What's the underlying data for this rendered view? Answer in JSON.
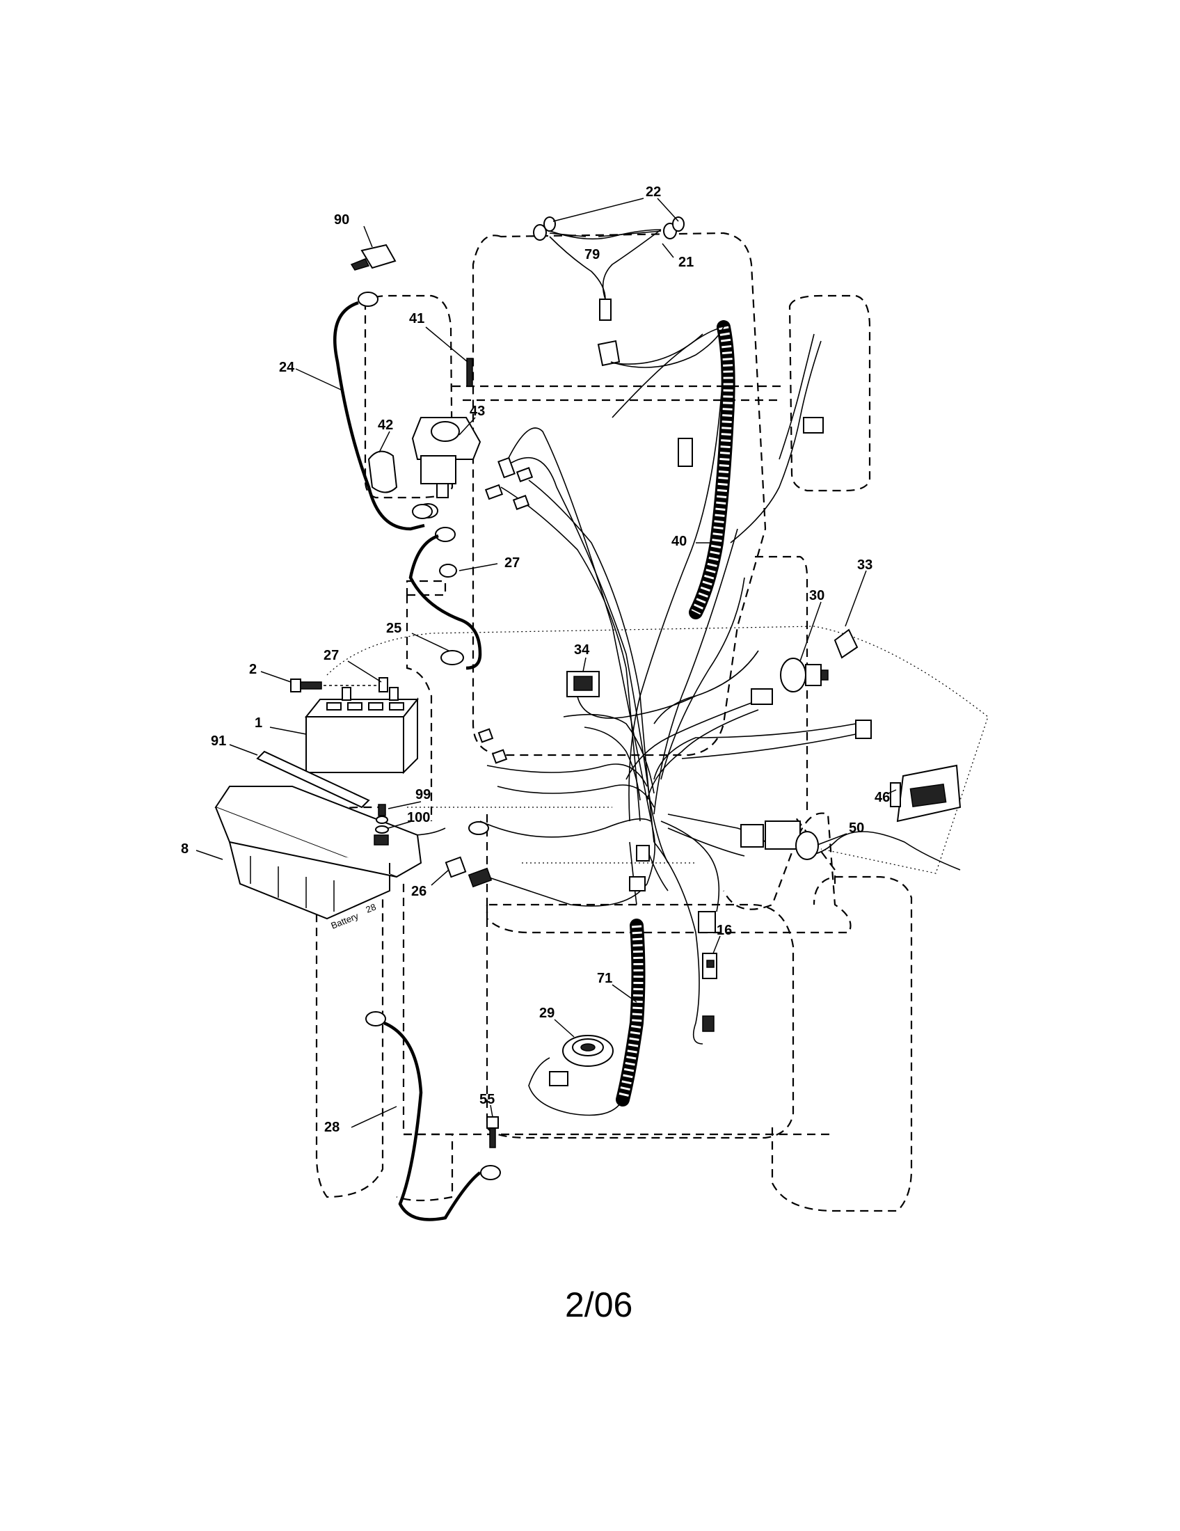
{
  "page": {
    "number": "2/06"
  },
  "callouts": {
    "c22": "22",
    "c79": "79",
    "c21": "21",
    "c90": "90",
    "c41": "41",
    "c24": "24",
    "c43": "43",
    "c42": "42",
    "c27a": "27",
    "c40": "40",
    "c33": "33",
    "c30": "30",
    "c25": "25",
    "c2": "2",
    "c27b": "27",
    "c34": "34",
    "c1": "1",
    "c91": "91",
    "c99": "99",
    "c100": "100",
    "c46": "46",
    "c50": "50",
    "c8": "8",
    "c26": "26",
    "c16": "16",
    "c71": "71",
    "c29": "29",
    "c55": "55",
    "c28": "28"
  },
  "battery_tray": {
    "marking": "Battery",
    "marking_number": "28"
  }
}
